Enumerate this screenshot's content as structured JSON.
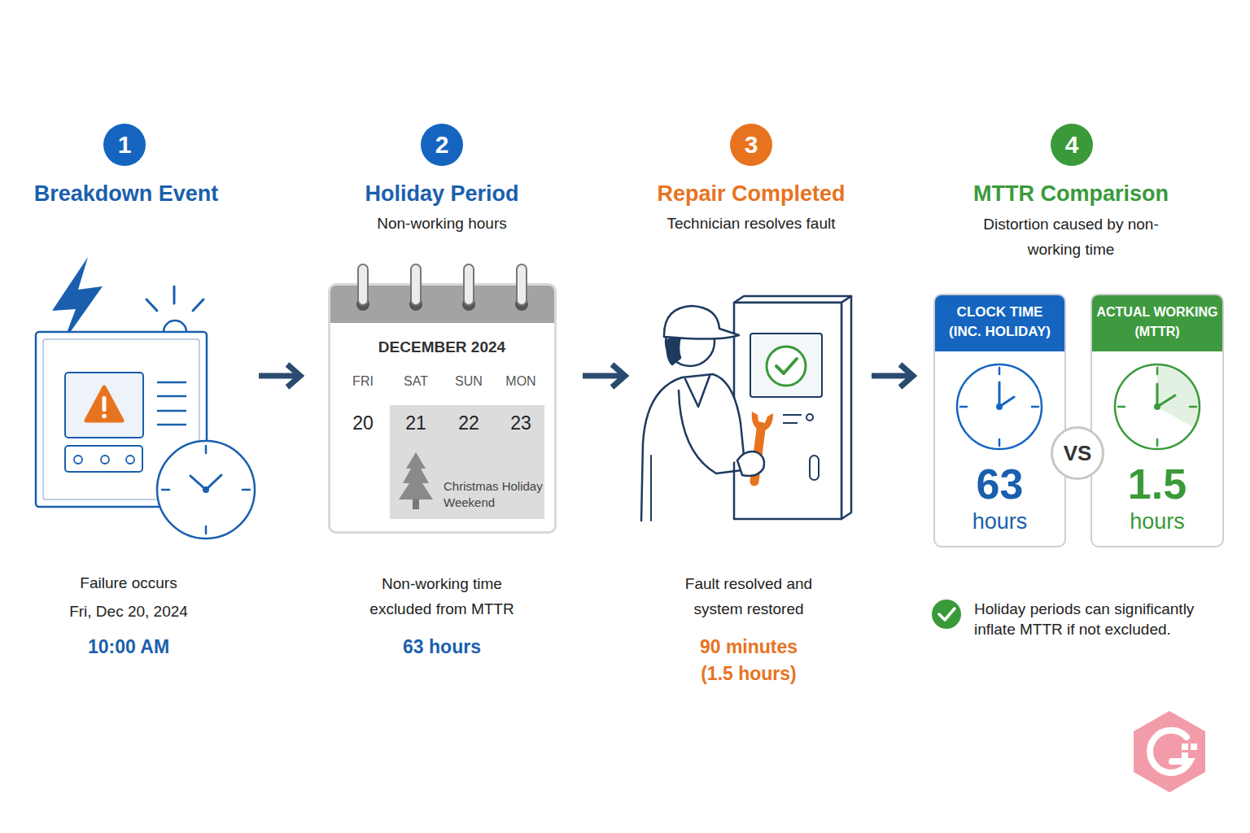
{
  "diagram": {
    "nodes": [
      {
        "text": [
          "1"
        ]
      },
      {
        "text": [
          "2"
        ]
      },
      {
        "text": [
          "3"
        ]
      },
      {
        "text": [
          "4"
        ]
      },
      {
        "text": [
          "DECEMBER 2024",
          "FRI",
          "SAT",
          "SUN",
          "MON",
          "20"
        ]
      },
      {
        "text": [
          "21",
          "22",
          "23",
          "Christmas Holiday Weekend"
        ],
        "in": 4
      },
      {
        "text": [
          "CLOCK TIME (INC. HOLIDAY)",
          "63",
          "hours"
        ]
      },
      {
        "text": [
          "ACTUAL WORKING (MTTR)",
          "1.5",
          "hours"
        ]
      },
      {
        "text": [
          "VS"
        ]
      }
    ],
    "labels": [
      "Breakdown Event",
      "Failure occurs",
      "Fri, Dec 20, 2024",
      "10:00 AM",
      "Holiday Period",
      "Non-working hours",
      "Non-working time excluded from MTTR",
      "63 hours",
      "Repair Completed",
      "Technician resolves fault",
      "Fault resolved and system restored",
      "90 minutes (1.5 hours)",
      "MTTR Comparison",
      "Distortion caused by non-working time",
      "Holiday periods can significantly inflate MTTR if not excluded."
    ]
  }
}
